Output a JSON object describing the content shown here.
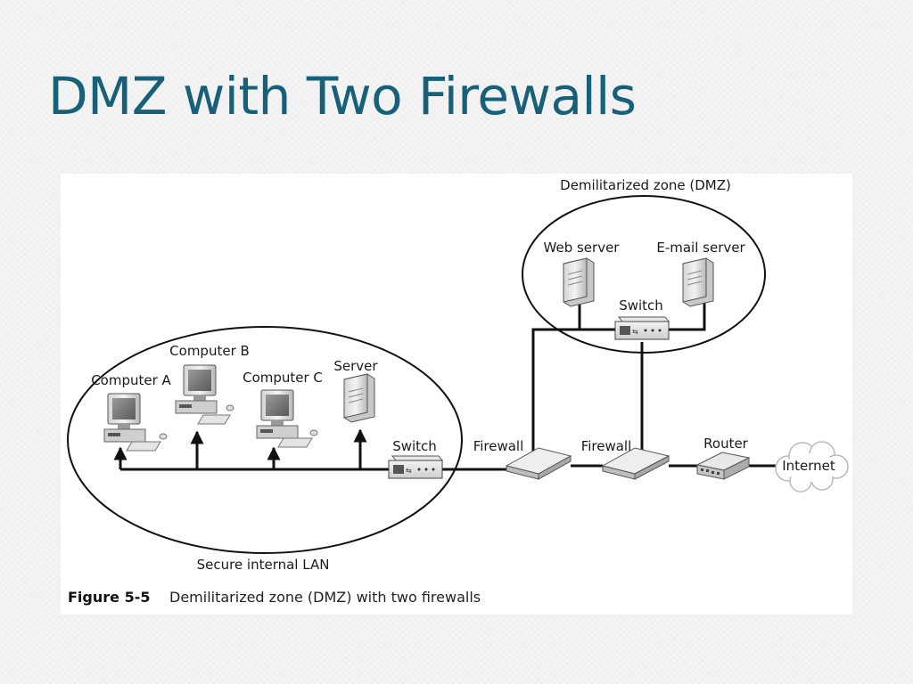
{
  "slide": {
    "title": "DMZ with Two Firewalls"
  },
  "diagram": {
    "zones": {
      "dmz": "Demilitarized zone (DMZ)",
      "lan": "Secure internal LAN"
    },
    "nodes": {
      "computer_a": "Computer A",
      "computer_b": "Computer B",
      "computer_c": "Computer C",
      "server": "Server",
      "lan_switch": "Switch",
      "firewall_1": "Firewall",
      "firewall_2": "Firewall",
      "router": "Router",
      "internet": "Internet",
      "web_server": "Web server",
      "email_server": "E-mail server",
      "dmz_switch": "Switch"
    },
    "caption": {
      "number": "Figure 5-5",
      "text": "Demilitarized zone (DMZ) with two firewalls"
    }
  }
}
